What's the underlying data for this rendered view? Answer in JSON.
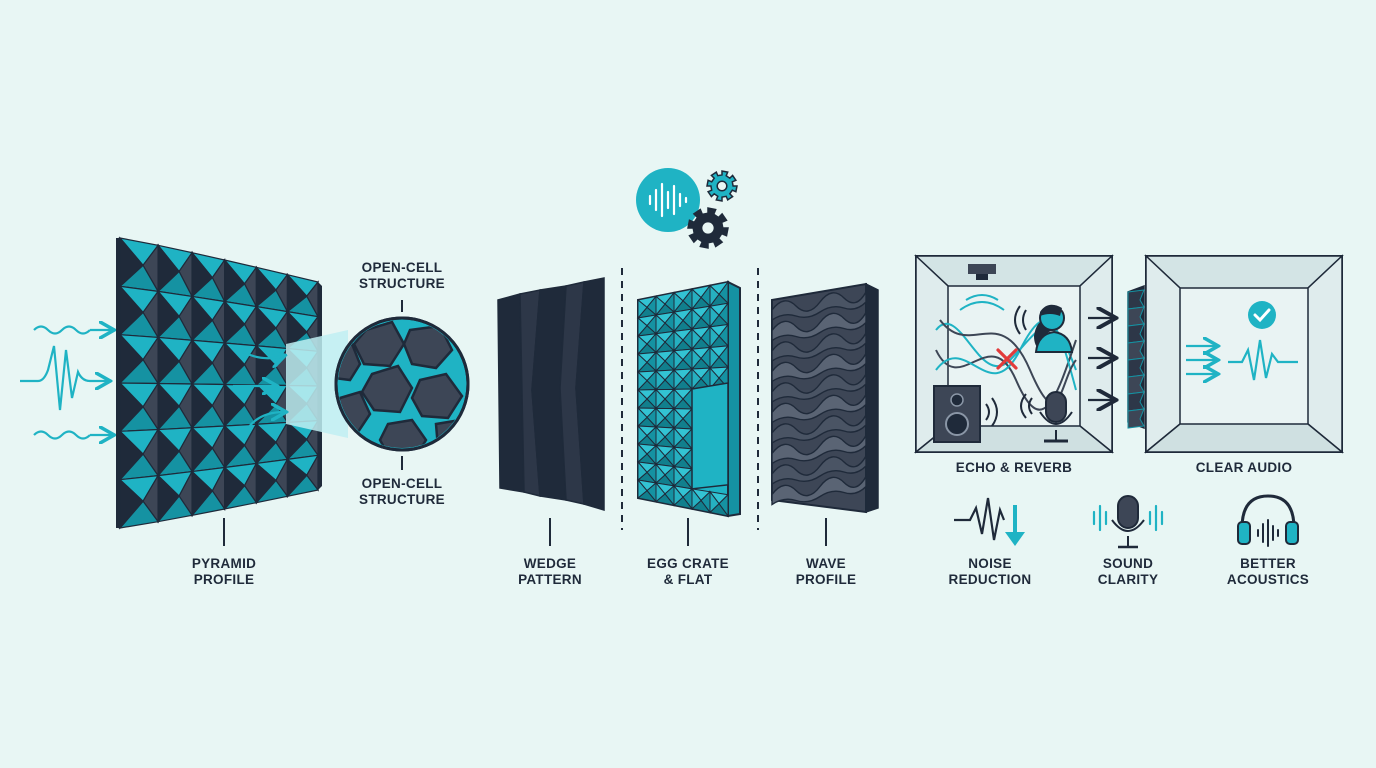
{
  "colors": {
    "background": "#e8f6f4",
    "accent": "#1fb3c4",
    "dark": "#1f2a3a",
    "foam_dark": "#3d4656",
    "alert": "#e23b3b"
  },
  "labels": {
    "open_cell_top": [
      "OPEN-CELL",
      "STRUCTURE"
    ],
    "open_cell_bottom": [
      "OPEN-CELL",
      "STRUCTURE"
    ],
    "pyramid": [
      "PYRAMID",
      "PROFILE"
    ],
    "wedge": [
      "WEDGE",
      "PATTERN"
    ],
    "egg_crate": [
      "EGG CRATE",
      "& FLAT"
    ],
    "wave": [
      "WAVE",
      "PROFILE"
    ],
    "echo": "ECHO & REVERB",
    "clear": "CLEAR AUDIO",
    "noise": [
      "NOISE",
      "REDUCTION"
    ],
    "sound": [
      "SOUND",
      "CLARITY"
    ],
    "acoustics": [
      "BETTER",
      "ACOUSTICS"
    ]
  },
  "icons": {
    "incoming_waves": "sound-wave-icon",
    "top_badge": "waveform-gears-icon",
    "ceiling_speaker": "ceiling-speaker-icon",
    "person": "person-icon",
    "speaker": "loudspeaker-icon",
    "microphone": "microphone-icon",
    "blocked": "x-mark-icon",
    "checkmark": "check-circle-icon",
    "noise_reduction": "waveform-down-arrow-icon",
    "sound_clarity": "microphone-waves-icon",
    "better_acoustics": "headphones-icon"
  }
}
